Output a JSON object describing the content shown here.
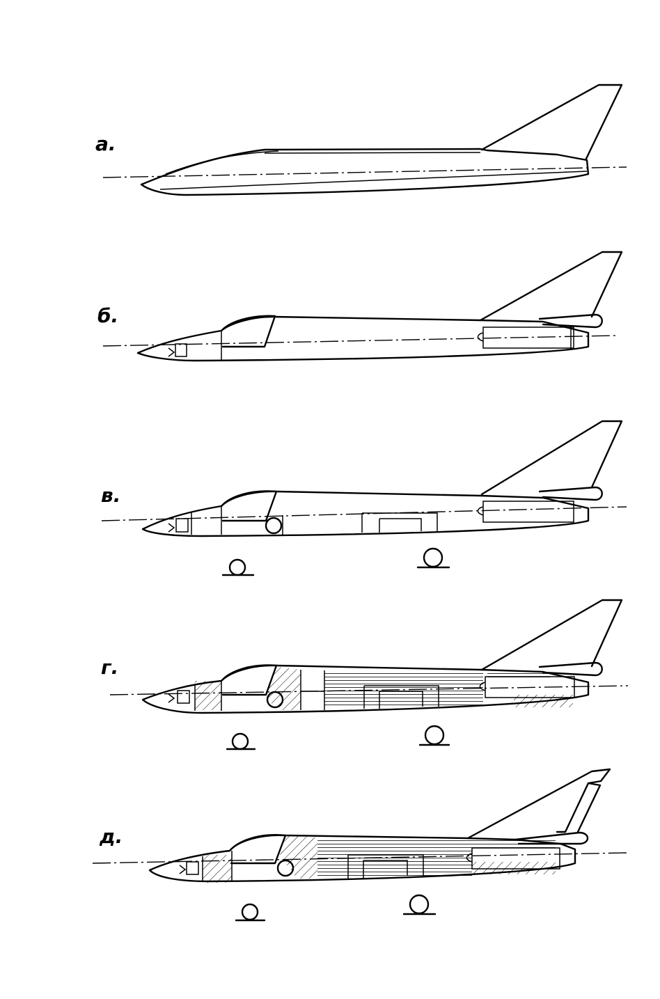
{
  "figure": {
    "variants": [
      {
        "id": "a",
        "label": "а."
      },
      {
        "id": "b",
        "label": "б."
      },
      {
        "id": "v",
        "label": "в."
      },
      {
        "id": "g",
        "label": "г."
      },
      {
        "id": "d",
        "label": "д."
      }
    ]
  }
}
